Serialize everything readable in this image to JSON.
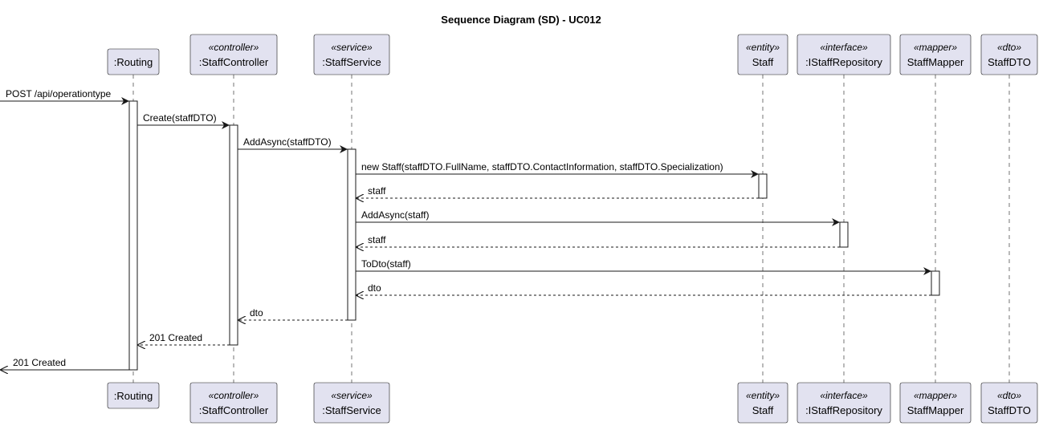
{
  "title": "Sequence Diagram (SD) - UC012",
  "participants": [
    {
      "id": "routing",
      "name": ":Routing",
      "stereotype": ""
    },
    {
      "id": "controller",
      "name": ":StaffController",
      "stereotype": "«controller»"
    },
    {
      "id": "service",
      "name": ":StaffService",
      "stereotype": "«service»"
    },
    {
      "id": "staff",
      "name": "Staff",
      "stereotype": "«entity»"
    },
    {
      "id": "repo",
      "name": ":IStaffRepository",
      "stereotype": "«interface»"
    },
    {
      "id": "mapper",
      "name": "StaffMapper",
      "stereotype": "«mapper»"
    },
    {
      "id": "dto",
      "name": "StaffDTO",
      "stereotype": "«dto»"
    }
  ],
  "messages": [
    {
      "from": "external",
      "to": "routing",
      "label": "POST /api/operationtype",
      "kind": "call"
    },
    {
      "from": "routing",
      "to": "controller",
      "label": "Create(staffDTO)",
      "kind": "call"
    },
    {
      "from": "controller",
      "to": "service",
      "label": "AddAsync(staffDTO)",
      "kind": "call"
    },
    {
      "from": "service",
      "to": "staff",
      "label": "new Staff(staffDTO.FullName, staffDTO.ContactInformation, staffDTO.Specialization)",
      "kind": "call"
    },
    {
      "from": "staff",
      "to": "service",
      "label": "staff",
      "kind": "return"
    },
    {
      "from": "service",
      "to": "repo",
      "label": "AddAsync(staff)",
      "kind": "call"
    },
    {
      "from": "repo",
      "to": "service",
      "label": "staff",
      "kind": "return"
    },
    {
      "from": "service",
      "to": "mapper",
      "label": "ToDto(staff)",
      "kind": "call"
    },
    {
      "from": "mapper",
      "to": "service",
      "label": "dto",
      "kind": "return"
    },
    {
      "from": "service",
      "to": "controller",
      "label": "dto",
      "kind": "return"
    },
    {
      "from": "controller",
      "to": "routing",
      "label": "201 Created",
      "kind": "return"
    },
    {
      "from": "routing",
      "to": "external",
      "label": "201 Created",
      "kind": "reply"
    }
  ]
}
